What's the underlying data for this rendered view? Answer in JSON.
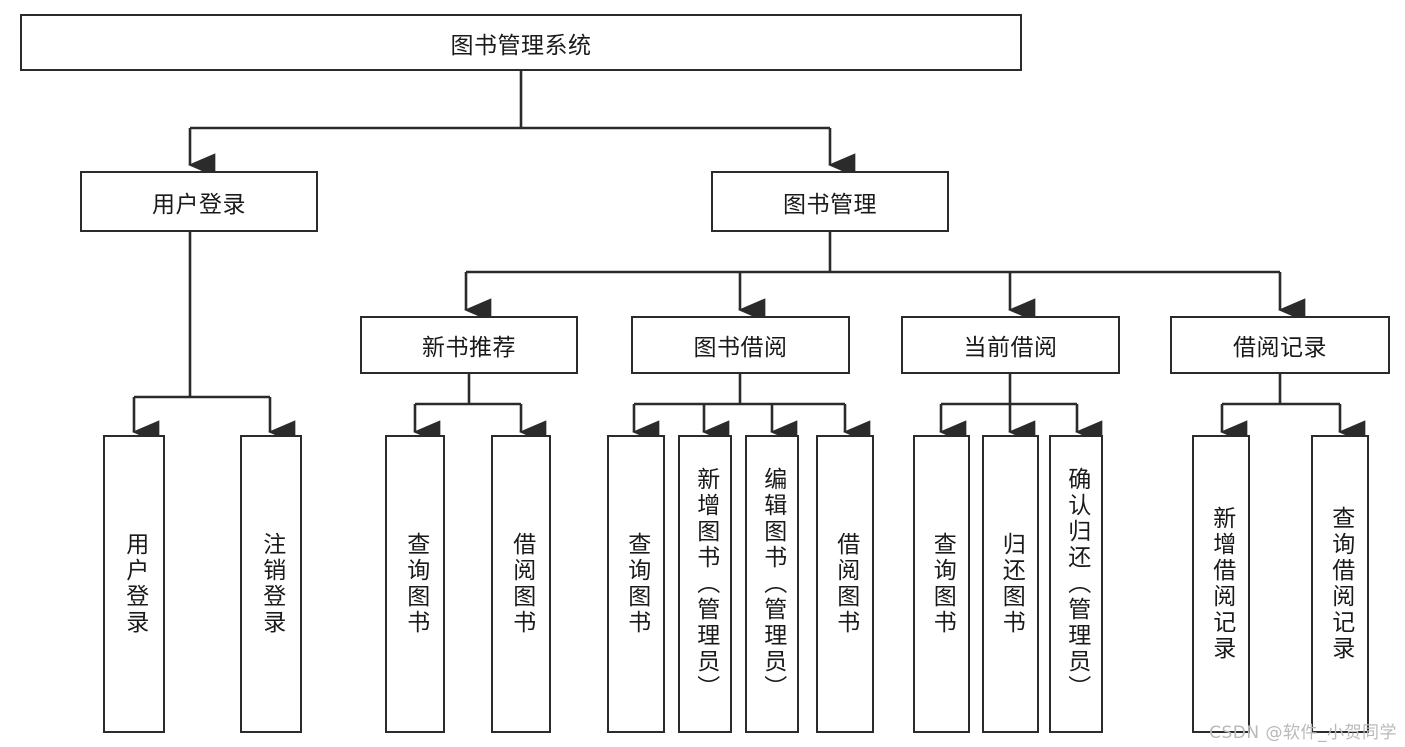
{
  "diagram": {
    "title": "图书管理系统",
    "type": "tree-hierarchy-diagram",
    "root": {
      "id": "root",
      "label": "图书管理系统"
    },
    "level2": [
      {
        "id": "user-login",
        "label": "用户登录"
      },
      {
        "id": "book-manage",
        "label": "图书管理"
      }
    ],
    "level3": [
      {
        "id": "new-book-rec",
        "label": "新书推荐",
        "parent": "book-manage"
      },
      {
        "id": "book-borrow",
        "label": "图书借阅",
        "parent": "book-manage"
      },
      {
        "id": "current-borrow",
        "label": "当前借阅",
        "parent": "book-manage"
      },
      {
        "id": "borrow-record",
        "label": "借阅记录",
        "parent": "book-manage"
      }
    ],
    "leaves": [
      {
        "id": "leaf-user-login",
        "label": "用户登录",
        "parent": "user-login"
      },
      {
        "id": "leaf-logout",
        "label": "注销登录",
        "parent": "user-login"
      },
      {
        "id": "leaf-query-book-1",
        "label": "查询图书",
        "parent": "new-book-rec"
      },
      {
        "id": "leaf-borrow-book-1",
        "label": "借阅图书",
        "parent": "new-book-rec"
      },
      {
        "id": "leaf-query-book-2",
        "label": "查询图书",
        "parent": "book-borrow"
      },
      {
        "id": "leaf-add-book",
        "label": "新增图书（管理员）",
        "parent": "book-borrow"
      },
      {
        "id": "leaf-edit-book",
        "label": "编辑图书（管理员）",
        "parent": "book-borrow"
      },
      {
        "id": "leaf-borrow-book-2",
        "label": "借阅图书",
        "parent": "book-borrow"
      },
      {
        "id": "leaf-query-book-3",
        "label": "查询图书",
        "parent": "current-borrow"
      },
      {
        "id": "leaf-return-book",
        "label": "归还图书",
        "parent": "current-borrow"
      },
      {
        "id": "leaf-confirm-return",
        "label": "确认归还（管理员）",
        "parent": "current-borrow"
      },
      {
        "id": "leaf-add-record",
        "label": "新增借阅记录",
        "parent": "borrow-record"
      },
      {
        "id": "leaf-query-record",
        "label": "查询借阅记录",
        "parent": "borrow-record"
      }
    ],
    "colors": {
      "stroke": "#2b2b2b",
      "fill": "#ffffff",
      "text": "#1a1a1a",
      "watermark": "#b9b9b9"
    }
  },
  "watermark": {
    "text": "CSDN @软件_小贺同学"
  }
}
